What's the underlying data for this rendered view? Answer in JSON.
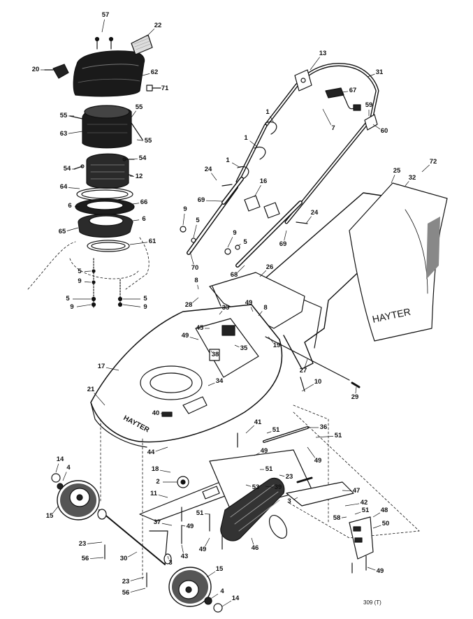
{
  "brand": {
    "deck_logo": "HAYTER",
    "grassbox_logo": "HAYTER"
  },
  "figure_ref": "309 (T)",
  "callouts": [
    {
      "id": "c57",
      "text": "57"
    },
    {
      "id": "c22",
      "text": "22"
    },
    {
      "id": "c20",
      "text": "20"
    },
    {
      "id": "c62",
      "text": "62"
    },
    {
      "id": "c71",
      "text": "71"
    },
    {
      "id": "c55a",
      "text": "55"
    },
    {
      "id": "c55b",
      "text": "55"
    },
    {
      "id": "c55c",
      "text": "55"
    },
    {
      "id": "c63",
      "text": "63"
    },
    {
      "id": "c54a",
      "text": "54"
    },
    {
      "id": "c54b",
      "text": "54"
    },
    {
      "id": "c12",
      "text": "12"
    },
    {
      "id": "c64",
      "text": "64"
    },
    {
      "id": "c6a",
      "text": "6"
    },
    {
      "id": "c66",
      "text": "66"
    },
    {
      "id": "c6b",
      "text": "6"
    },
    {
      "id": "c65",
      "text": "65"
    },
    {
      "id": "c61",
      "text": "61"
    },
    {
      "id": "c5a",
      "text": "5"
    },
    {
      "id": "c9a",
      "text": "9"
    },
    {
      "id": "c5b",
      "text": "5"
    },
    {
      "id": "c9b",
      "text": "9"
    },
    {
      "id": "c5c",
      "text": "5"
    },
    {
      "id": "c9c",
      "text": "9"
    },
    {
      "id": "c13",
      "text": "13"
    },
    {
      "id": "c31",
      "text": "31"
    },
    {
      "id": "c67",
      "text": "67"
    },
    {
      "id": "c1a",
      "text": "1"
    },
    {
      "id": "c7",
      "text": "7"
    },
    {
      "id": "c59",
      "text": "59"
    },
    {
      "id": "c60",
      "text": "60"
    },
    {
      "id": "c1b",
      "text": "1"
    },
    {
      "id": "c1c",
      "text": "1"
    },
    {
      "id": "c24a",
      "text": "24"
    },
    {
      "id": "c16",
      "text": "16"
    },
    {
      "id": "c69a",
      "text": "69"
    },
    {
      "id": "c9d",
      "text": "9"
    },
    {
      "id": "c5d",
      "text": "5"
    },
    {
      "id": "c9e",
      "text": "9"
    },
    {
      "id": "c5e",
      "text": "5"
    },
    {
      "id": "c24b",
      "text": "24"
    },
    {
      "id": "c69b",
      "text": "69"
    },
    {
      "id": "c70",
      "text": "70"
    },
    {
      "id": "c72",
      "text": "72"
    },
    {
      "id": "c25",
      "text": "25"
    },
    {
      "id": "c32",
      "text": "32"
    },
    {
      "id": "c68",
      "text": "68"
    },
    {
      "id": "c26",
      "text": "26"
    },
    {
      "id": "c8a",
      "text": "8"
    },
    {
      "id": "c28",
      "text": "28"
    },
    {
      "id": "c33",
      "text": "33"
    },
    {
      "id": "c49a",
      "text": "49"
    },
    {
      "id": "c8b",
      "text": "8"
    },
    {
      "id": "c45",
      "text": "45"
    },
    {
      "id": "c49b",
      "text": "49"
    },
    {
      "id": "c19",
      "text": "19"
    },
    {
      "id": "c35",
      "text": "35"
    },
    {
      "id": "c38",
      "text": "38"
    },
    {
      "id": "c17",
      "text": "17"
    },
    {
      "id": "c27",
      "text": "27"
    },
    {
      "id": "c10",
      "text": "10"
    },
    {
      "id": "c34",
      "text": "34"
    },
    {
      "id": "c29",
      "text": "29"
    },
    {
      "id": "c21",
      "text": "21"
    },
    {
      "id": "c40",
      "text": "40"
    },
    {
      "id": "c36",
      "text": "36"
    },
    {
      "id": "c41",
      "text": "41"
    },
    {
      "id": "c51a",
      "text": "51"
    },
    {
      "id": "c51b",
      "text": "51"
    },
    {
      "id": "c44",
      "text": "44"
    },
    {
      "id": "c49c",
      "text": "49"
    },
    {
      "id": "c49d",
      "text": "49"
    },
    {
      "id": "c14a",
      "text": "14"
    },
    {
      "id": "c4a",
      "text": "4"
    },
    {
      "id": "c18",
      "text": "18"
    },
    {
      "id": "c51c",
      "text": "51"
    },
    {
      "id": "c23a",
      "text": "23"
    },
    {
      "id": "c2",
      "text": "2"
    },
    {
      "id": "c53",
      "text": "53"
    },
    {
      "id": "c39",
      "text": "39"
    },
    {
      "id": "c47",
      "text": "47"
    },
    {
      "id": "c11",
      "text": "11"
    },
    {
      "id": "c15a",
      "text": "15"
    },
    {
      "id": "c3a",
      "text": "3"
    },
    {
      "id": "c42",
      "text": "42"
    },
    {
      "id": "c48",
      "text": "48"
    },
    {
      "id": "c51d",
      "text": "51"
    },
    {
      "id": "c58",
      "text": "58"
    },
    {
      "id": "c50",
      "text": "50"
    },
    {
      "id": "c37",
      "text": "37"
    },
    {
      "id": "c49e",
      "text": "49"
    },
    {
      "id": "c51e",
      "text": "51"
    },
    {
      "id": "c46",
      "text": "46"
    },
    {
      "id": "c23b",
      "text": "23"
    },
    {
      "id": "c56a",
      "text": "56"
    },
    {
      "id": "c43",
      "text": "43"
    },
    {
      "id": "c49f",
      "text": "49"
    },
    {
      "id": "c30",
      "text": "30"
    },
    {
      "id": "c3b",
      "text": "3"
    },
    {
      "id": "c23c",
      "text": "23"
    },
    {
      "id": "c15b",
      "text": "15"
    },
    {
      "id": "c49g",
      "text": "49"
    },
    {
      "id": "c56b",
      "text": "56"
    },
    {
      "id": "c4b",
      "text": "4"
    },
    {
      "id": "c14b",
      "text": "14"
    }
  ]
}
